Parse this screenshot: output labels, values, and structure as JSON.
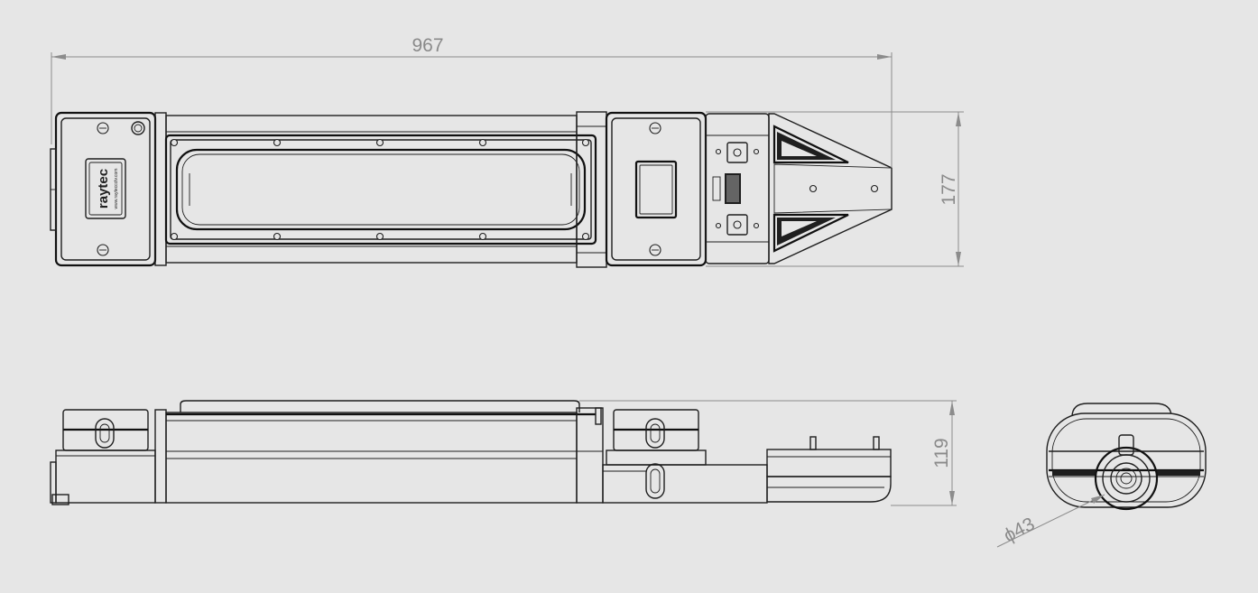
{
  "dimensions": {
    "overall_length": "967",
    "height_top_view": "177",
    "height_side_view": "119",
    "bracket_diameter": "43"
  },
  "symbols": {
    "diameter_symbol": "ϕ"
  },
  "branding": {
    "logo_text": "raytec",
    "website_text": "www.rayteccctv.com"
  },
  "colors": {
    "background": "#e6e6e6",
    "line": "#1f1f1f",
    "dimension": "#8c8c8c"
  }
}
